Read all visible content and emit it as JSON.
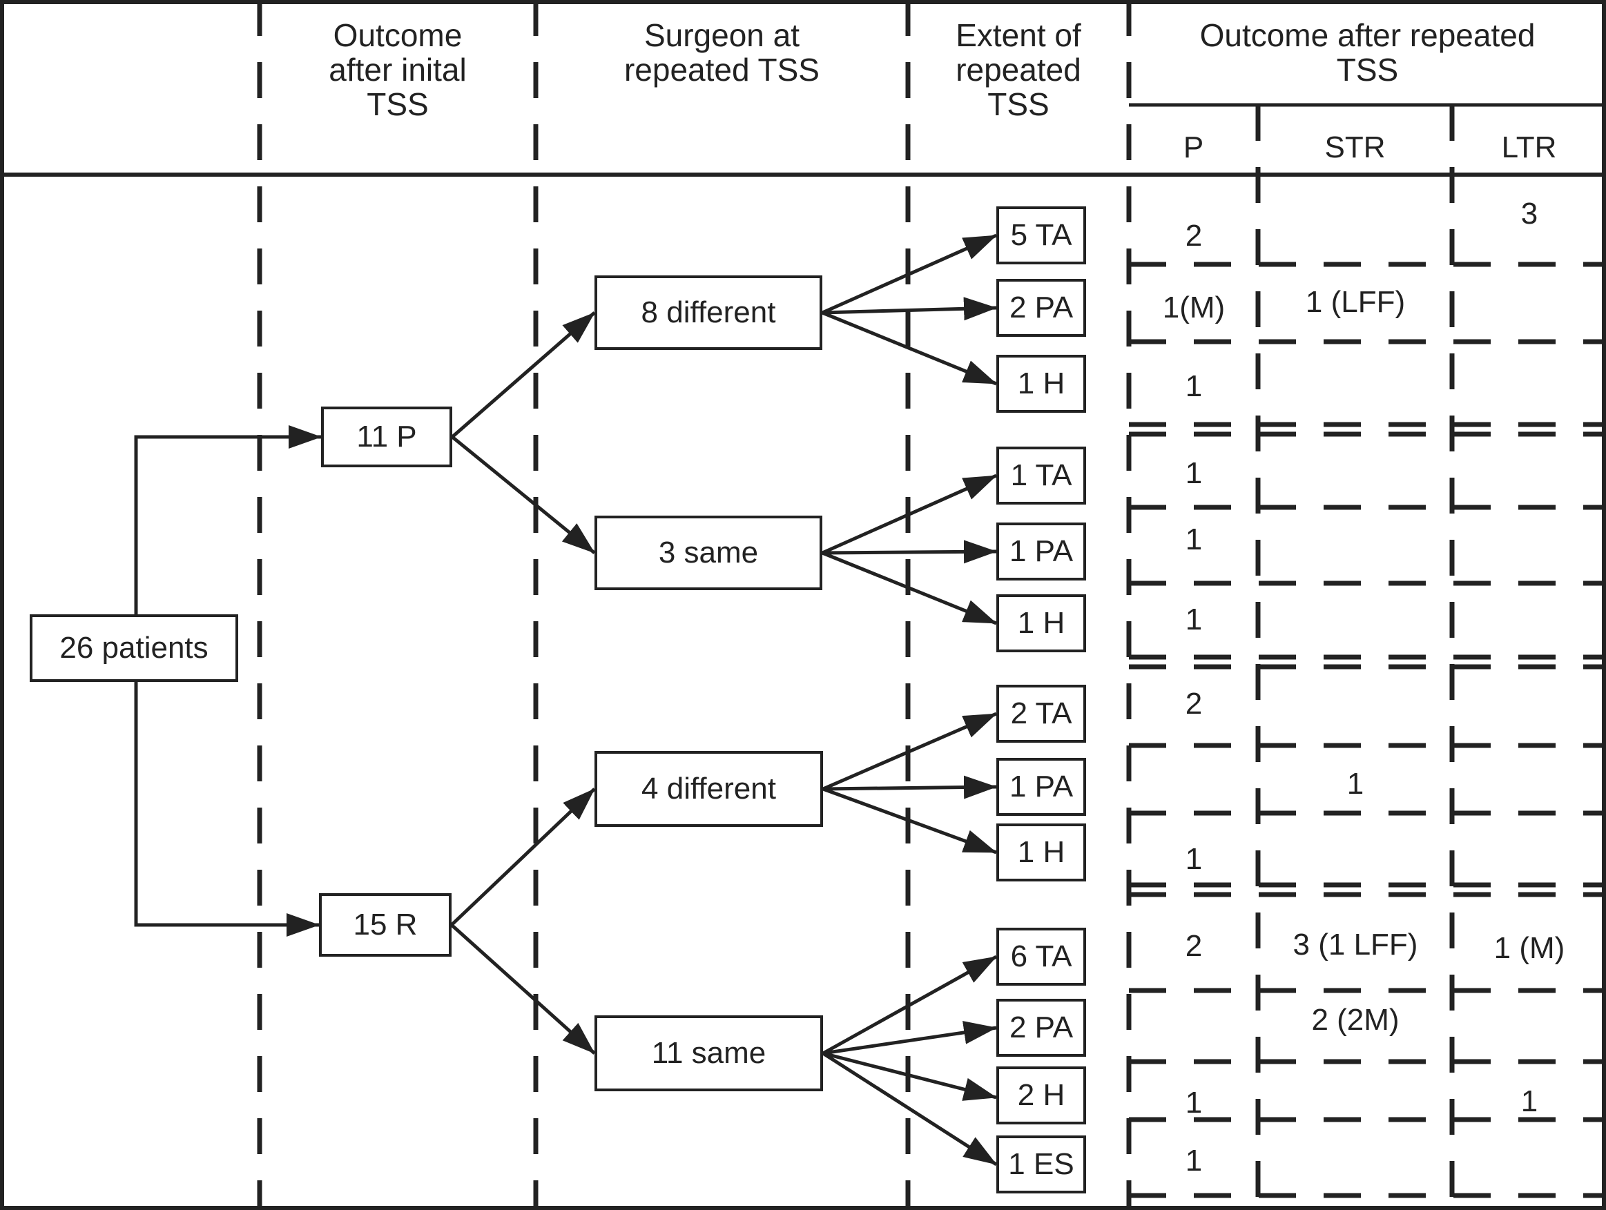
{
  "figure": {
    "title_columns": {
      "outcome_initial": "Outcome\nafter inital\nTSS",
      "surgeon_repeated": "Surgeon at\nrepeated TSS",
      "extent_repeated": "Extent of\nrepeated\nTSS",
      "outcome_repeated": "Outcome after repeated\nTSS",
      "sub_p": "P",
      "sub_str": "STR",
      "sub_ltr": "LTR"
    },
    "root_label": "26 patients",
    "nodes": {
      "p11": "11 P",
      "r15": "15 R",
      "diff8": "8 different",
      "same3": "3 same",
      "diff4": "4 different",
      "same11": "11 same"
    },
    "rows": [
      {
        "extent": "5 TA",
        "p": "2",
        "str": "",
        "ltr": "3"
      },
      {
        "extent": "2 PA",
        "p": "1(M)",
        "str": "1 (LFF)",
        "ltr": ""
      },
      {
        "extent": "1 H",
        "p": "1",
        "str": "",
        "ltr": ""
      },
      {
        "extent": "1 TA",
        "p": "1",
        "str": "",
        "ltr": ""
      },
      {
        "extent": "1 PA",
        "p": "1",
        "str": "",
        "ltr": ""
      },
      {
        "extent": "1 H",
        "p": "1",
        "str": "",
        "ltr": ""
      },
      {
        "extent": "2 TA",
        "p": "2",
        "str": "",
        "ltr": ""
      },
      {
        "extent": "1 PA",
        "p": "",
        "str": "1",
        "ltr": ""
      },
      {
        "extent": "1 H",
        "p": "1",
        "str": "",
        "ltr": ""
      },
      {
        "extent": "6 TA",
        "p": "2",
        "str": "3 (1 LFF)",
        "ltr": "1 (M)"
      },
      {
        "extent": "2 PA",
        "p": "",
        "str": "2 (2M)",
        "ltr": ""
      },
      {
        "extent": "2 H",
        "p": "1",
        "str": "",
        "ltr": "1"
      },
      {
        "extent": "1 ES",
        "p": "1",
        "str": "",
        "ltr": ""
      }
    ],
    "colors": {
      "ink": "#222222",
      "background": "#ffffff"
    }
  }
}
